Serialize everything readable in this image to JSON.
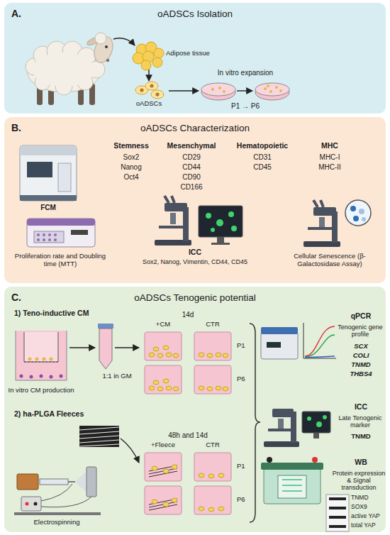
{
  "diagram": {
    "nodes": [
      {
        "text": [
          "A.",
          "oADSCs Isolation"
        ]
      },
      {
        "text": [
          "B.",
          "oADSCs Characterization"
        ]
      },
      {
        "text": [
          "C.",
          "oADSCs Tenogenic potential"
        ]
      }
    ],
    "labels": [
      "Adipose tissue",
      "oADSCs",
      "In vitro expansion",
      "P1 → P6",
      "FCM",
      "Stemness",
      "Sox2",
      "Nanog",
      "Oct4",
      "Mesenchymal",
      "CD29",
      "CD44",
      "CD90",
      "CD166",
      "Hematopoietic",
      "CD31",
      "CD45",
      "MHC",
      "MHC-I",
      "MHC-II",
      "Proliferation rate and Doubling time (MTT)",
      "ICC",
      "Sox2, Nanog, Vimentin, CD44, CD45",
      "Cellular Senescence (β-Galactosidase Assay)",
      "1) Teno-inductive CM",
      "14d",
      "+CM",
      "CTR",
      "P1",
      "P6",
      "In vitro CM production",
      "1:1 in GM",
      "2) ha-PLGA Fleeces",
      "48h and 14d",
      "+Fleece",
      "CTR",
      "P1",
      "P6",
      "Electrospinning",
      "qPCR",
      "Tenogenic gene profile",
      "SCX",
      "COLI",
      "TNMD",
      "THBS4",
      "ICC",
      "Late Tenogenic marker",
      "TNMD",
      "WB",
      "Protein expression & Signal transduction",
      "TNMD",
      "SOX9",
      "active YAP",
      "total YAP"
    ]
  }
}
